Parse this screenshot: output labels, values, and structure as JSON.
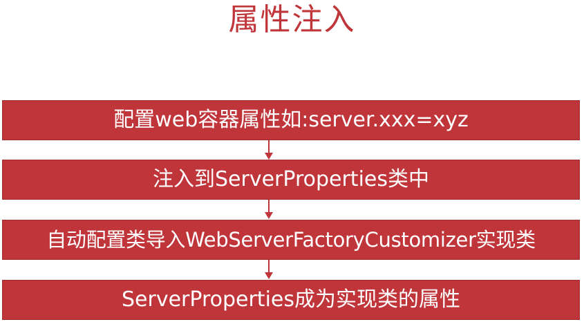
{
  "title": "属性注入",
  "colors": {
    "box_fill": "#c0353a",
    "title_text": "#c0353a",
    "arrow": "#c0353a",
    "box_text": "#ffffff"
  },
  "steps": [
    {
      "label": "配置web容器属性如:server.xxx=xyz"
    },
    {
      "label": "注入到ServerProperties类中"
    },
    {
      "label": "自动配置类导入WebServerFactoryCustomizer实现类"
    },
    {
      "label": "ServerProperties成为实现类的属性"
    }
  ]
}
